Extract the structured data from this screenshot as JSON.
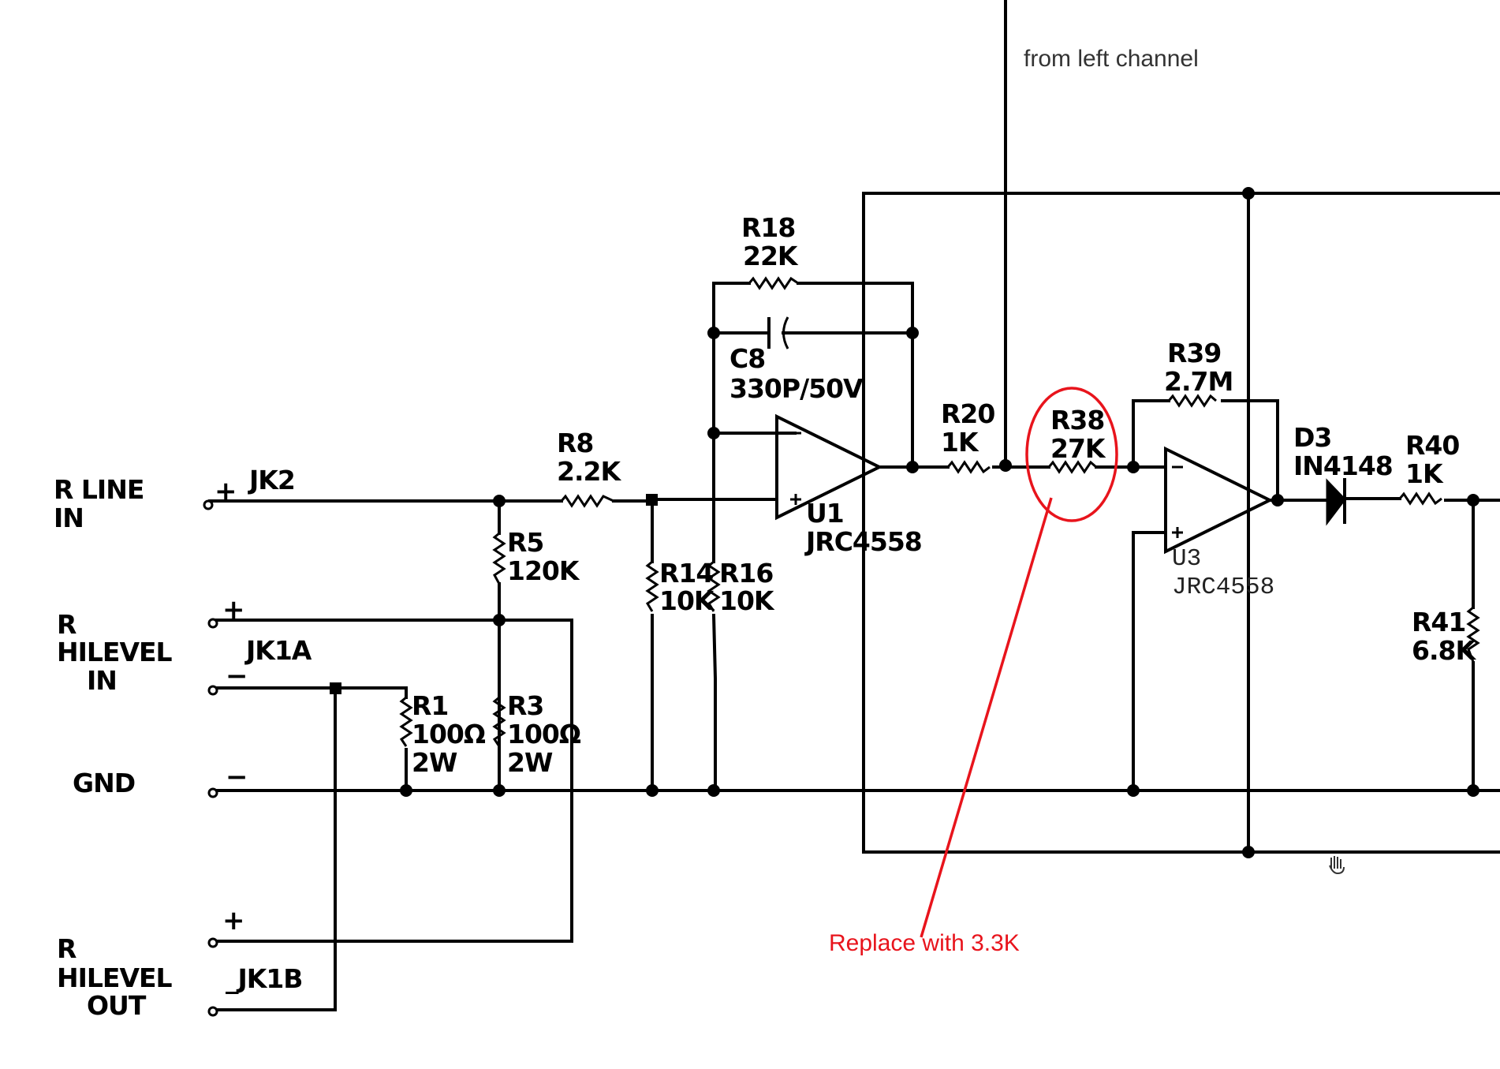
{
  "inputs": {
    "r_line_in": [
      "R  LINE",
      "IN"
    ],
    "r_hilevel_in": [
      "R",
      "HILEVEL",
      "IN"
    ],
    "gnd": "GND",
    "r_hilevel_out": [
      "R",
      "HILEVEL",
      "OUT"
    ]
  },
  "connectors": {
    "jk2": "JK2",
    "jk1a": "JK1A",
    "jk1b": "_JK1B"
  },
  "components": {
    "r18": {
      "ref": "R18",
      "value": "22K"
    },
    "c8": {
      "ref": "C8",
      "value": "330P/50V"
    },
    "r8": {
      "ref": "R8",
      "value": "2.2K"
    },
    "r5": {
      "ref": "R5",
      "value": "120K"
    },
    "r14": {
      "ref": "R14",
      "value": "10K"
    },
    "r16": {
      "ref": "R16",
      "value": "10K"
    },
    "r1": {
      "ref": "R1",
      "value": "100Ω",
      "power": "2W"
    },
    "r3": {
      "ref": "R3",
      "value": "100Ω",
      "power": "2W"
    },
    "u1": {
      "ref": "U1",
      "part": "JRC4558"
    },
    "r20": {
      "ref": "R20",
      "value": "1K"
    },
    "r38": {
      "ref": "R38",
      "value": "27K"
    },
    "r39": {
      "ref": "R39",
      "value": "2.7M"
    },
    "u3": {
      "ref": "U3",
      "part": "JRC4558"
    },
    "d3": {
      "ref": "D3",
      "part": "IN4148"
    },
    "r40": {
      "ref": "R40",
      "value": "1K"
    },
    "r41": {
      "ref": "R41",
      "value": "6.8K"
    }
  },
  "annotations": {
    "from_left": "from left channel",
    "replace": "Replace with 3.3K"
  },
  "colors": {
    "wire": "#000000",
    "markup": "#e8141c"
  }
}
